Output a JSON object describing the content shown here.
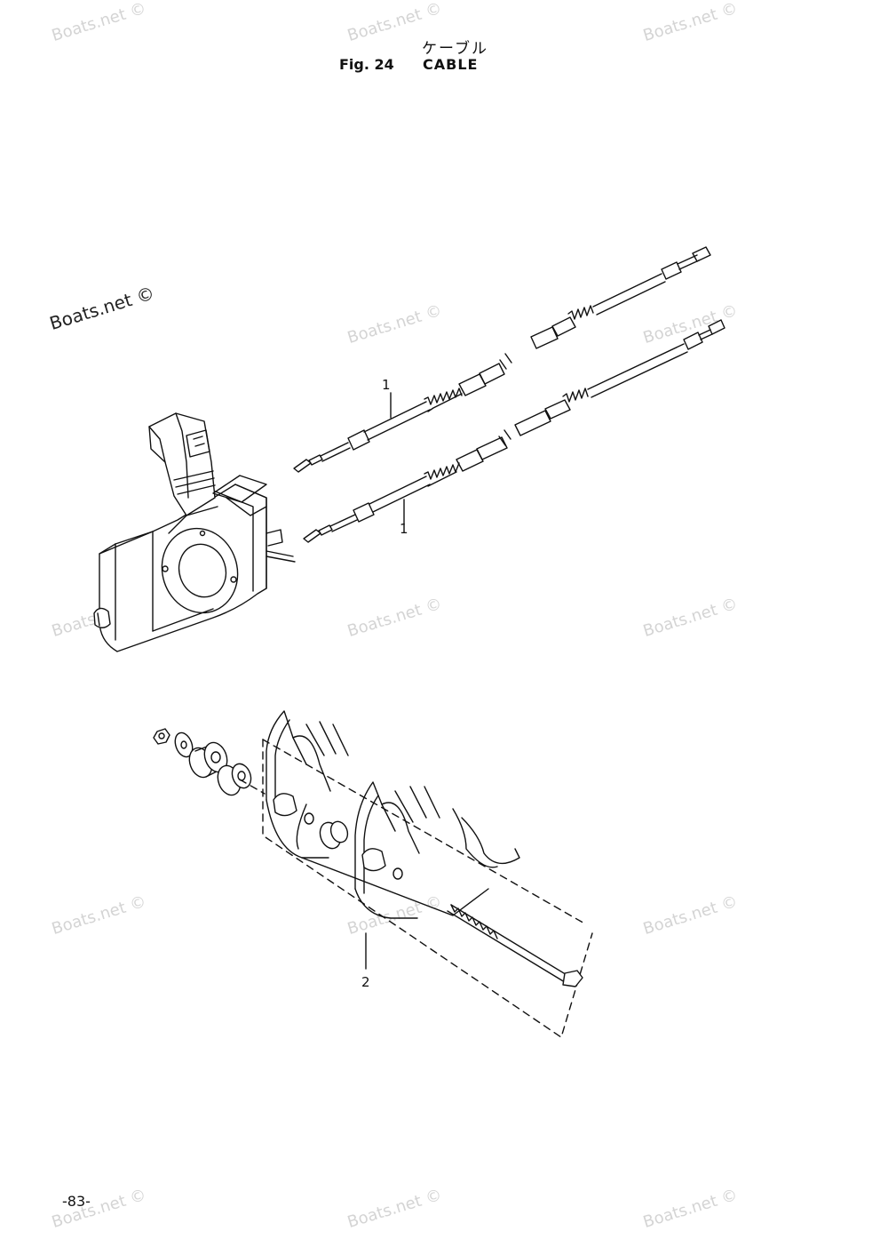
{
  "header": {
    "title_jp": "ケーブル",
    "fig_number": "Fig. 24",
    "fig_name": "CABLE"
  },
  "brand": "Boats.net ©",
  "watermark": "Boats.net ©",
  "callouts": {
    "part_cable_upper": "1",
    "part_cable_lower": "1",
    "part_mount_kit": "2"
  },
  "footer": {
    "page_number": "-83-"
  }
}
